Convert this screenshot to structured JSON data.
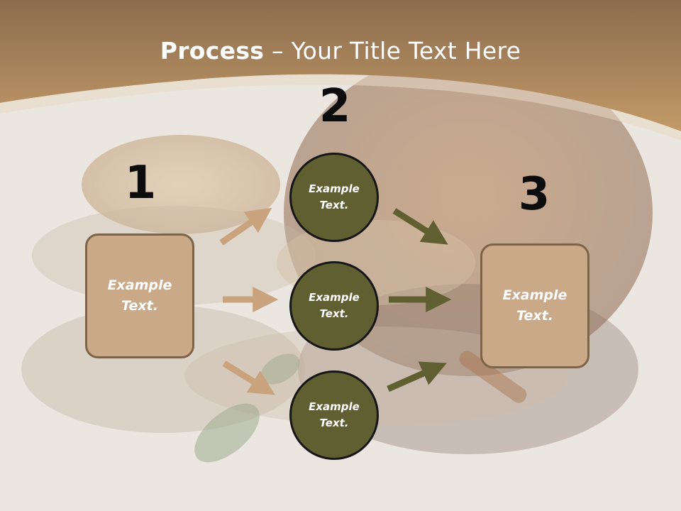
{
  "title": {
    "bold": "Process",
    "rest": " – Your Title Text Here"
  },
  "steps": [
    {
      "number": "1",
      "text": "Example Text."
    },
    {
      "number": "2",
      "text": "Example Text."
    },
    {
      "number": "3",
      "text": "Example Text."
    }
  ],
  "circles": [
    {
      "text": "Example Text."
    },
    {
      "text": "Example Text."
    },
    {
      "text": "Example Text."
    }
  ],
  "colors": {
    "header": "#b08a5f",
    "box_fill": "#c9a987",
    "box_border": "#7d6448",
    "circle_fill": "#5f5f32",
    "arrow_tan": "#c9a27e",
    "arrow_olive": "#5f5f32"
  }
}
